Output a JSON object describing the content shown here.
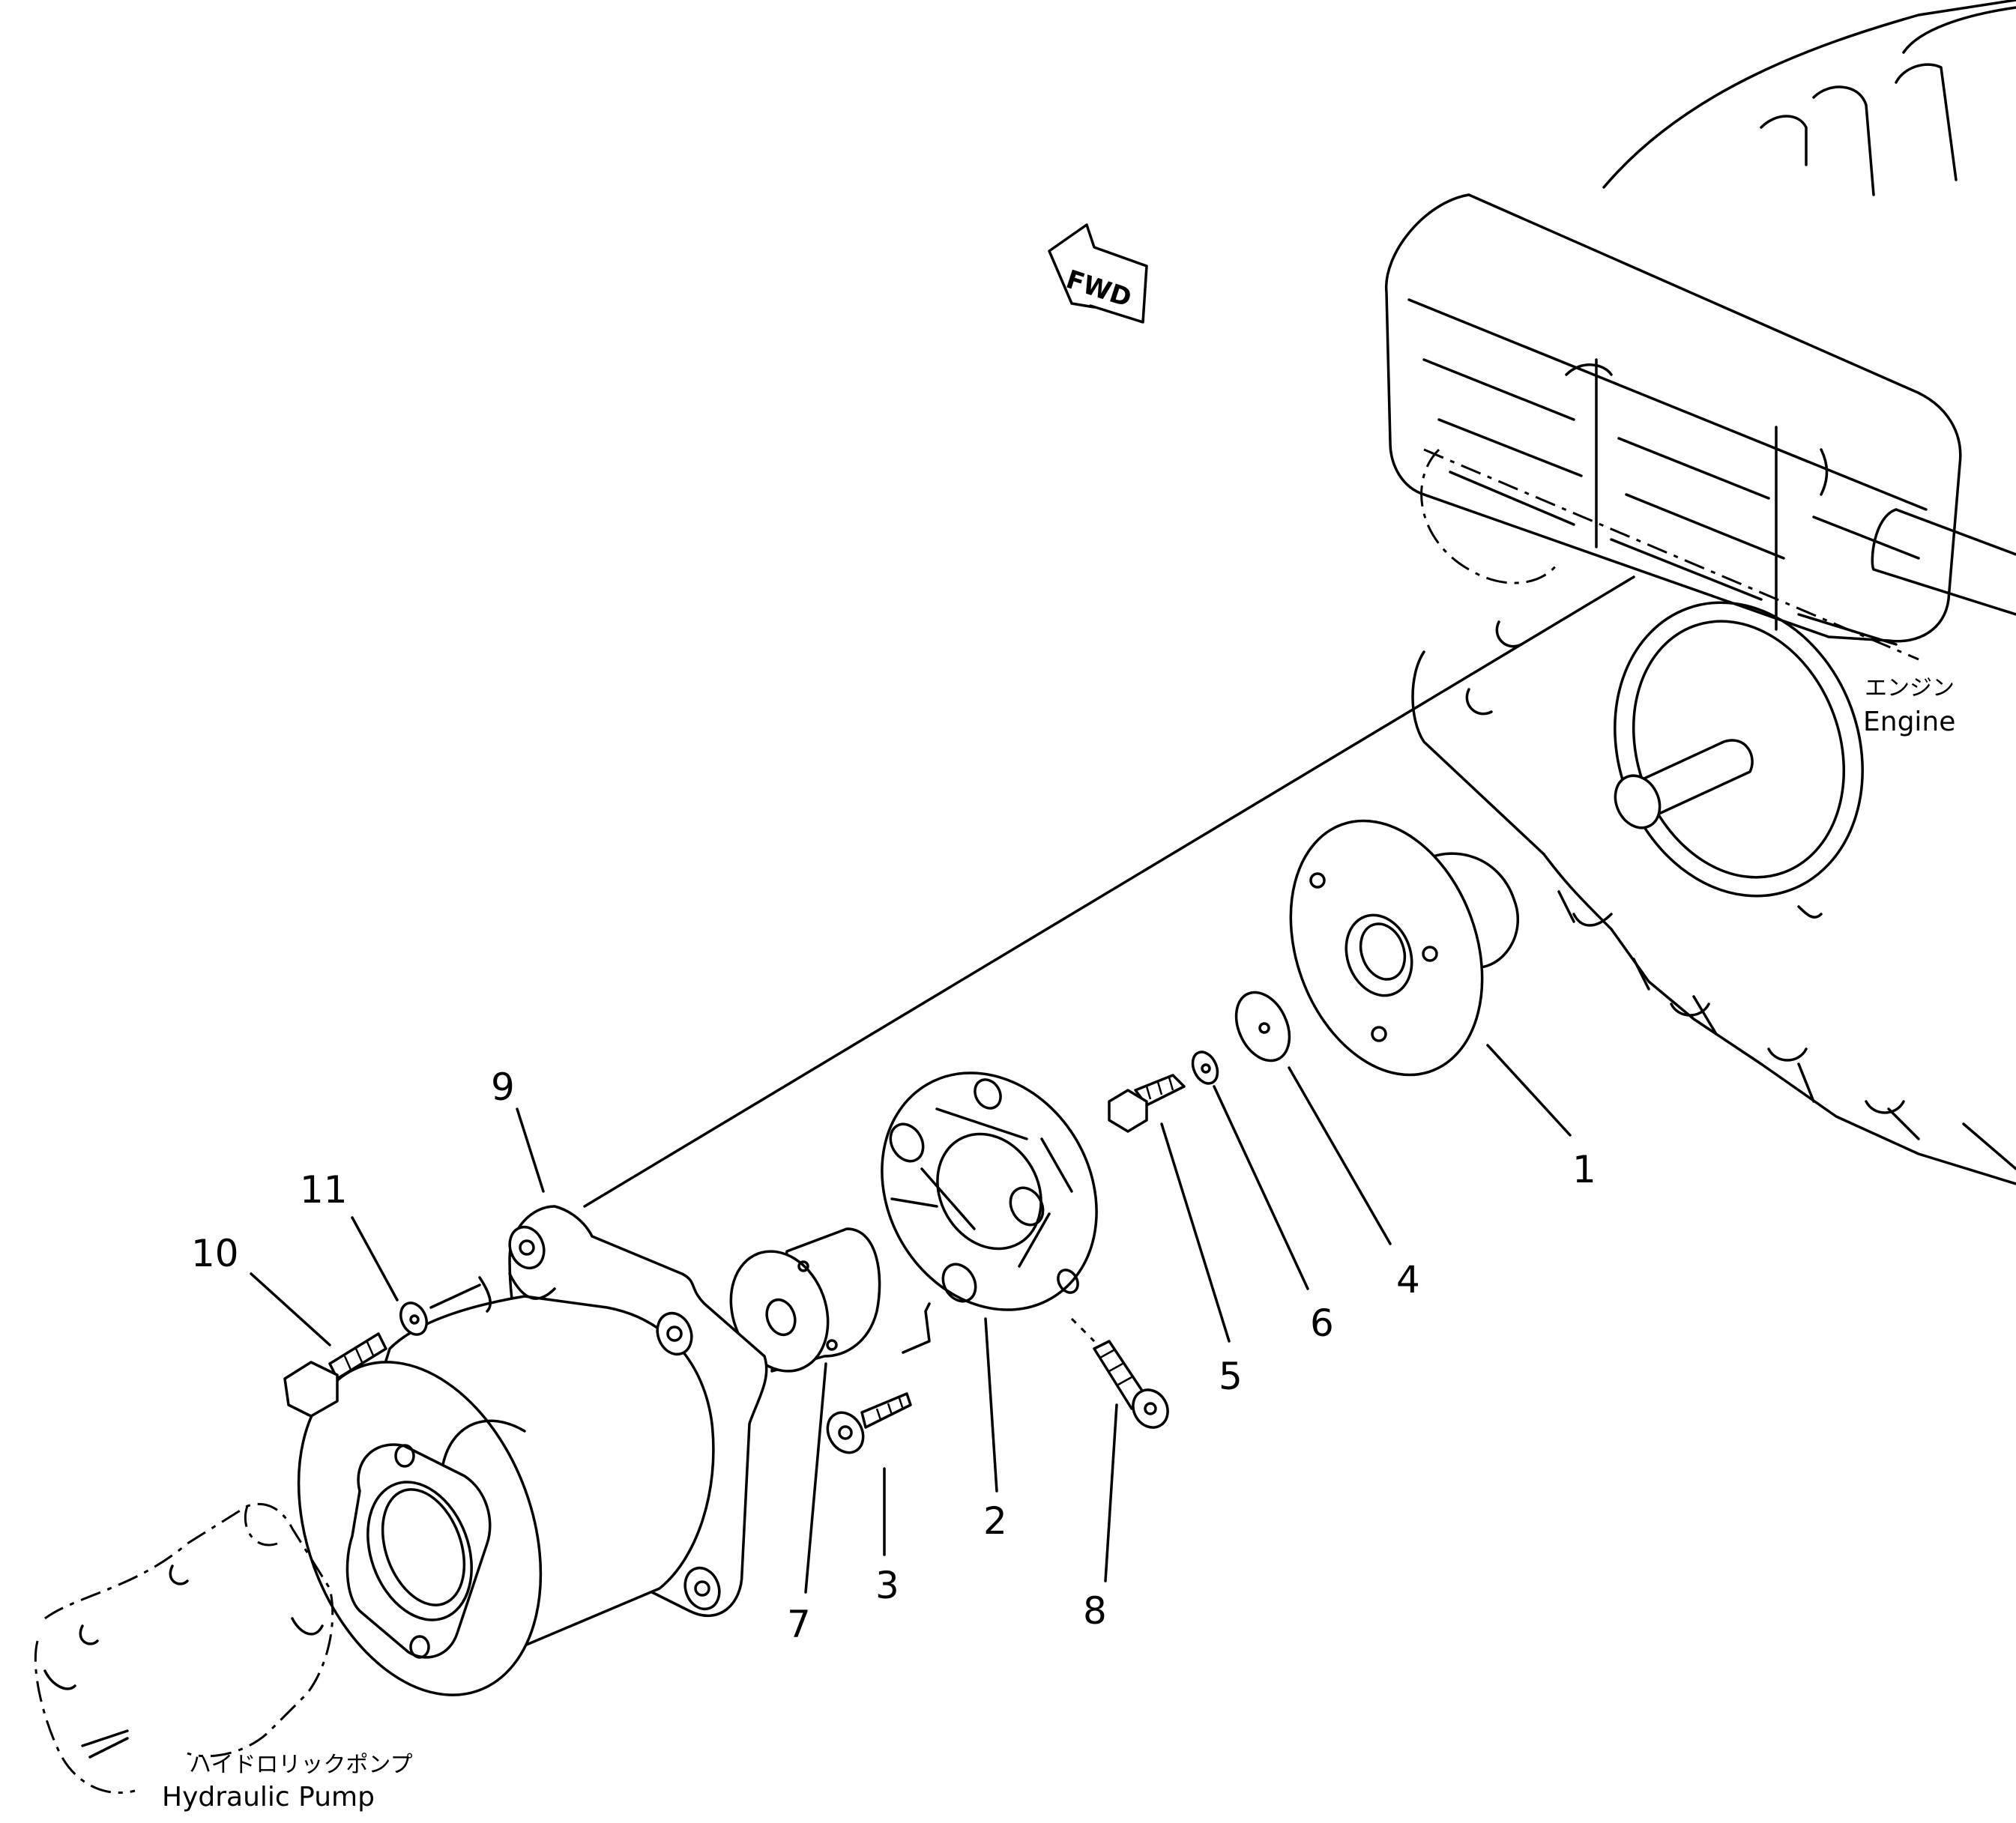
{
  "callouts": [
    "1",
    "2",
    "3",
    "4",
    "5",
    "6",
    "7",
    "8",
    "9",
    "10",
    "11"
  ],
  "labels": {
    "engine_jp": "エンジン",
    "engine_en": "Engine",
    "pump_jp": "ハイドロリックポンプ",
    "pump_en": "Hydraulic Pump",
    "fwd": "FWD"
  }
}
